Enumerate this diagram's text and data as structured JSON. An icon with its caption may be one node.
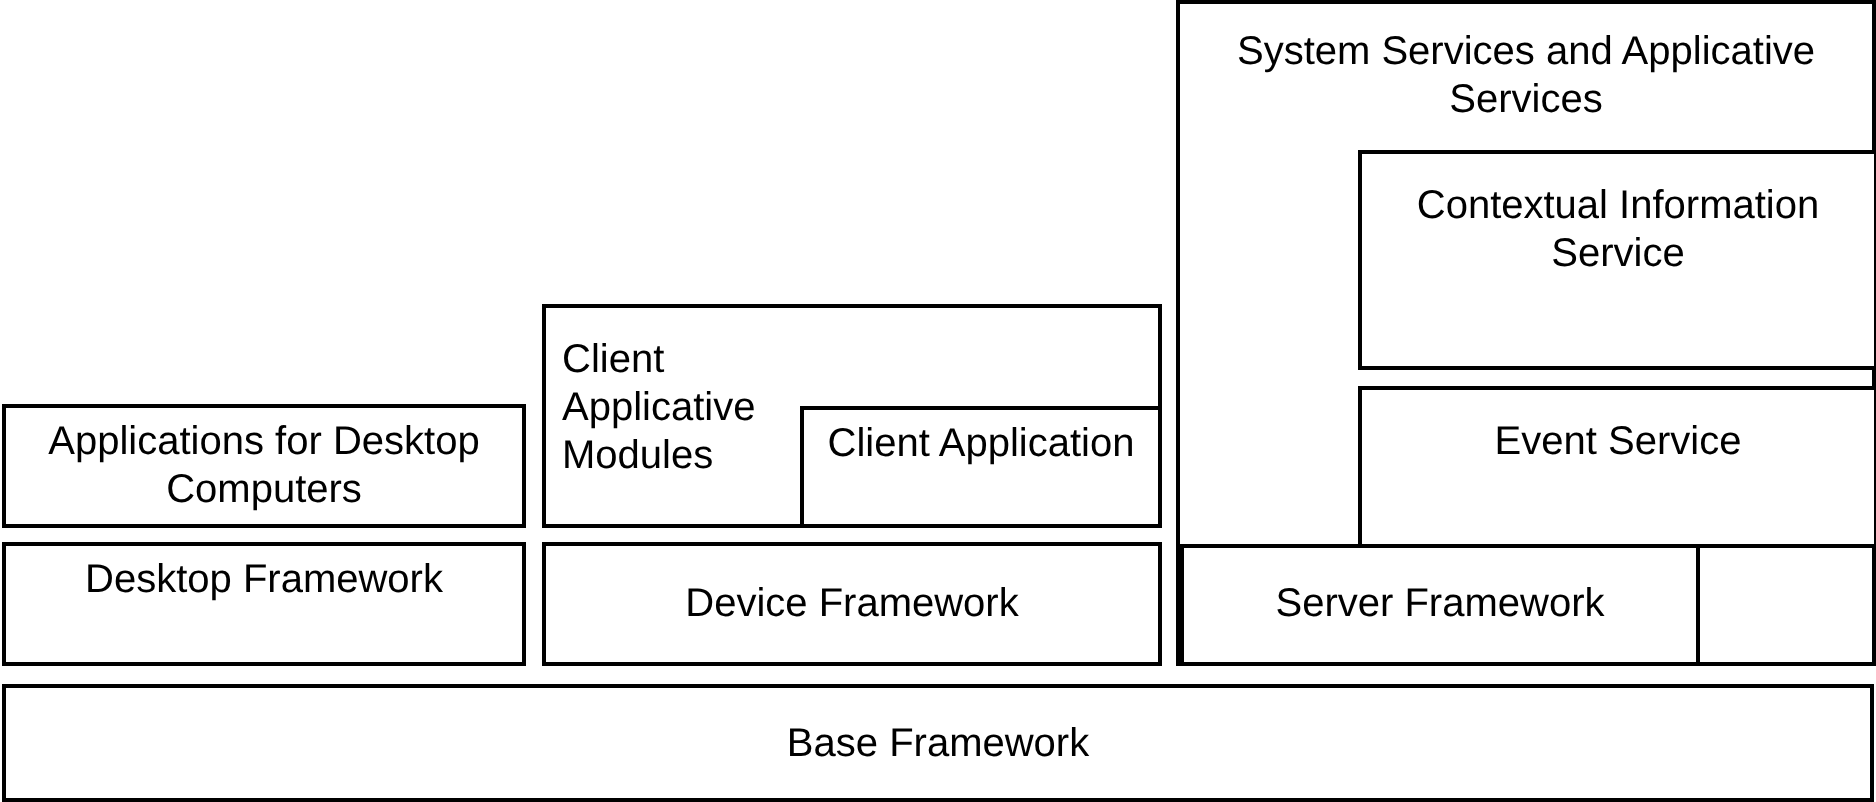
{
  "diagram": {
    "nodes": [
      {
        "text": [
          "System Services and Applicative Services"
        ]
      },
      {
        "text": [
          "Contextual Information Service"
        ],
        "in": 0
      },
      {
        "text": [
          "Client Applicative Modules"
        ]
      },
      {
        "text": [
          "Client Application"
        ],
        "in": 2
      },
      {
        "text": [
          "Event Service"
        ],
        "in": 0
      },
      {
        "text": [
          "Applications for Desktop Computers"
        ]
      },
      {
        "text": [
          "Desktop Framework"
        ]
      },
      {
        "text": [
          "Device Framework"
        ]
      },
      {
        "text": [
          "Server Framework"
        ],
        "in": 0
      },
      {
        "text": [
          "Base Framework"
        ]
      }
    ]
  }
}
